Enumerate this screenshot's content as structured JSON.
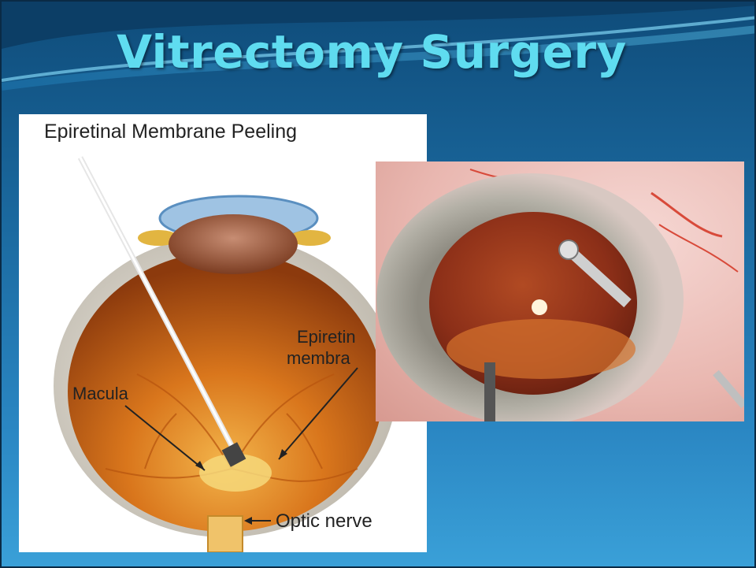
{
  "slide": {
    "title": "Vitrectomy Surgery",
    "diagram": {
      "caption": "Epiretinal Membrane Peeling",
      "labels": {
        "epiretinal": "Epiretin",
        "membrane": "membra",
        "macula": "Macula",
        "optic_nerve": "Optic nerve"
      }
    },
    "photo": {}
  }
}
